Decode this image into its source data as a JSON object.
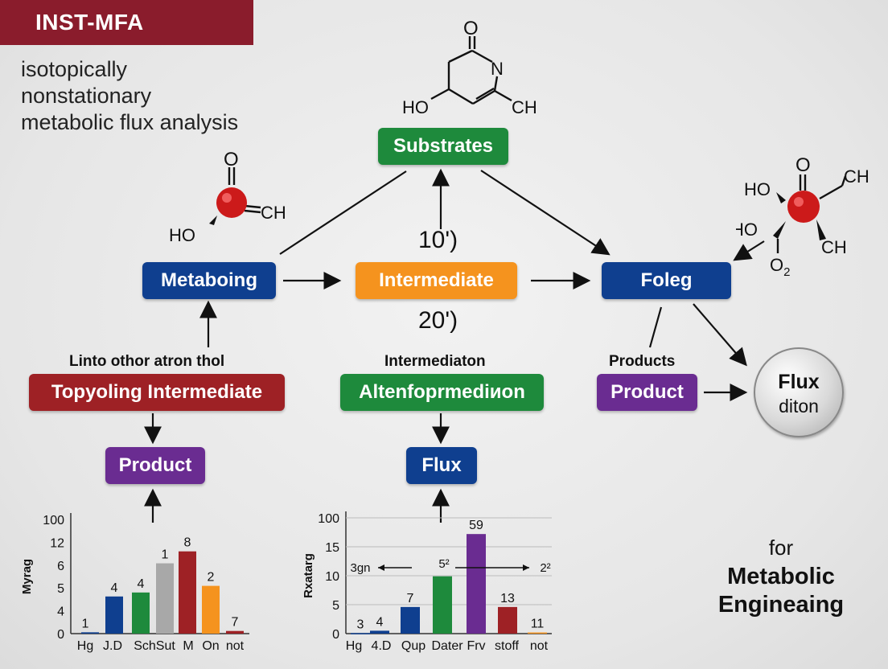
{
  "header": {
    "title": "INST-MFA",
    "subtitle_lines": [
      "isotopically",
      "nonstationary",
      "metabolic flux analysis"
    ]
  },
  "nodes": {
    "substrates": "Substrates",
    "metaboing": "Metaboing",
    "intermediate": "Intermediate",
    "foleg": "Foleg",
    "topyoling": "Topyoling Intermediate",
    "altenfo": "Altenfoprmediиon",
    "product_purple_right": "Product",
    "product_purple_left": "Product",
    "flux_blue": "Flux"
  },
  "labels": {
    "linto": "Linto othor atron thol",
    "intermediaton": "Intermediaton",
    "products": "Products",
    "num_10": "10')",
    "num_20": "20')"
  },
  "flux_circle": {
    "line1": "Flux",
    "line2": "diton"
  },
  "footer": {
    "for": "for",
    "line1": "Metabolic",
    "line2": "Engineaing"
  },
  "chemistry": {
    "top": {
      "o": "O",
      "n": "N",
      "ho": "HO",
      "ch": "CH"
    },
    "left": {
      "o": "O",
      "ho": "HO",
      "ch": "CH"
    },
    "right": {
      "ho1": "HO",
      "ho2": "HO",
      "o": "O",
      "ch1": "CH",
      "ch2": "CH",
      "o2": "O",
      "o2sub": "2"
    }
  },
  "colors": {
    "green": "#1e8a3c",
    "blue": "#0f3f8f",
    "orange": "#f5931e",
    "red": "#9e2125",
    "purple": "#6a2c91",
    "maroon": "#8a1c2c",
    "gray": "#a8a8a8"
  },
  "chart_data": [
    {
      "type": "bar",
      "ylabel": "Myrag",
      "yticks": [
        "0",
        "4",
        "5",
        "6",
        "12",
        "100"
      ],
      "categories": [
        "Hg",
        "J.D",
        "SchSut",
        "M",
        "On",
        "not"
      ],
      "bars": [
        {
          "label": "1",
          "value": 0.1,
          "color": "#0f3f8f"
        },
        {
          "label": "4",
          "value": 2.8,
          "color": "#0f3f8f"
        },
        {
          "label": "4",
          "value": 3.1,
          "color": "#1e8a3c"
        },
        {
          "label": "1",
          "value": 5.3,
          "color": "#a8a8a8"
        },
        {
          "label": "8",
          "value": 6.2,
          "color": "#9e2125"
        },
        {
          "label": "2",
          "value": 3.6,
          "color": "#f5931e"
        },
        {
          "label": "7",
          "value": 0.2,
          "color": "#9e2125"
        }
      ]
    },
    {
      "type": "bar",
      "ylabel": "Rxatarg",
      "yticks": [
        "0",
        "5",
        "10",
        "15",
        "100"
      ],
      "categories": [
        "Hg",
        "4.D",
        "Qup",
        "Dater",
        "Frv",
        "stoff",
        "not"
      ],
      "annotations": {
        "left": "3gn",
        "center": "5²",
        "right": "2²"
      },
      "bars": [
        {
          "label": "3",
          "value": 0.1,
          "color": "#0f3f8f"
        },
        {
          "label": "4",
          "value": 0.5,
          "color": "#0f3f8f"
        },
        {
          "label": "7",
          "value": 4.6,
          "color": "#0f3f8f"
        },
        {
          "label": "",
          "value": 9.9,
          "color": "#1e8a3c"
        },
        {
          "label": "59",
          "value": 17.2,
          "color": "#6a2c91"
        },
        {
          "label": "13",
          "value": 4.6,
          "color": "#9e2125"
        },
        {
          "label": "11",
          "value": 0.2,
          "color": "#f5931e"
        }
      ]
    }
  ]
}
